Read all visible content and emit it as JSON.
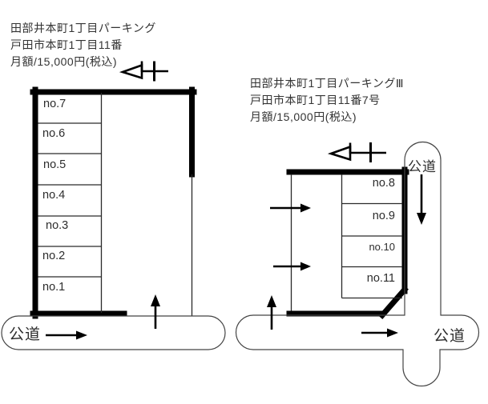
{
  "lot1": {
    "title": [
      "田部井本町1丁目パーキング",
      "戸田市本町1丁目11番",
      "月額/15,000円(税込)"
    ],
    "stalls": [
      "no.7",
      "no.6",
      "no.5",
      "no.4",
      "no.3",
      "no.2",
      "no.1"
    ],
    "road_label": "公道"
  },
  "lot2": {
    "title": [
      "田部井本町1丁目パーキングⅢ",
      "戸田市本町1丁目11番7号",
      "月額/15,000円(税込)"
    ],
    "stalls": [
      "no.8",
      "no.9",
      "no.10",
      "no.11"
    ],
    "road_label_top": "公道",
    "road_label_bottom": "公道"
  },
  "colors": {
    "thick_line": "#000000",
    "thin_line": "#2a2a2a",
    "road_line": "#444444",
    "text": "#333333",
    "background": "#ffffff"
  }
}
